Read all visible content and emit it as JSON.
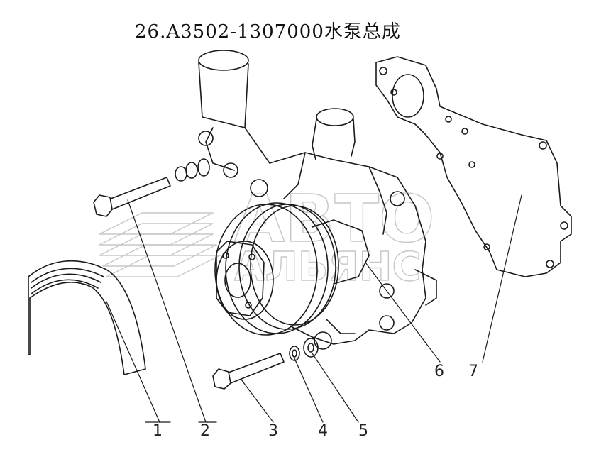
{
  "title": "26.A3502-1307000水泵总成",
  "watermark": {
    "line1": "АВТО",
    "line2": "АЛЬЯНС"
  },
  "callouts": [
    {
      "label": "1",
      "part": "belt"
    },
    {
      "label": "2",
      "part": "bolt-long"
    },
    {
      "label": "3",
      "part": "bolt-lower"
    },
    {
      "label": "4",
      "part": "spring-washer"
    },
    {
      "label": "5",
      "part": "flat-washer"
    },
    {
      "label": "6",
      "part": "water-pump"
    },
    {
      "label": "7",
      "part": "gasket"
    }
  ]
}
